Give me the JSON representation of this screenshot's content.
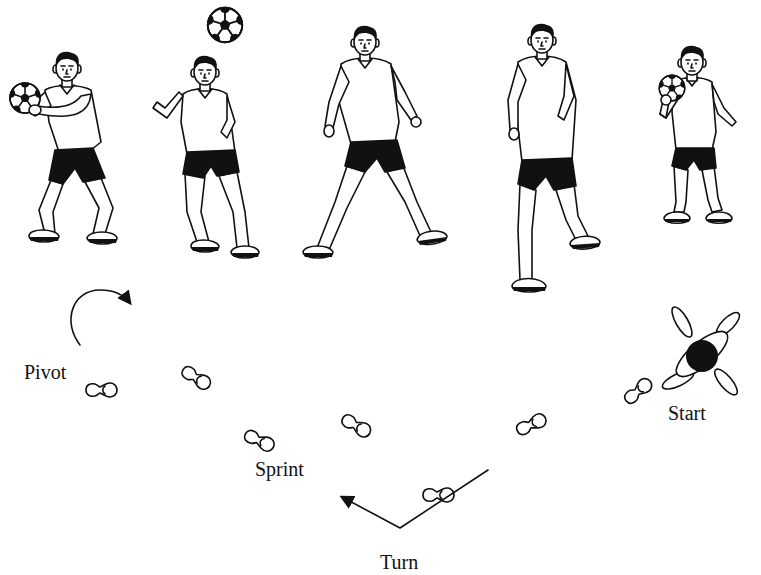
{
  "diagram": {
    "labels": [
      "Pivot",
      "Sprint",
      "Turn",
      "Start"
    ]
  }
}
